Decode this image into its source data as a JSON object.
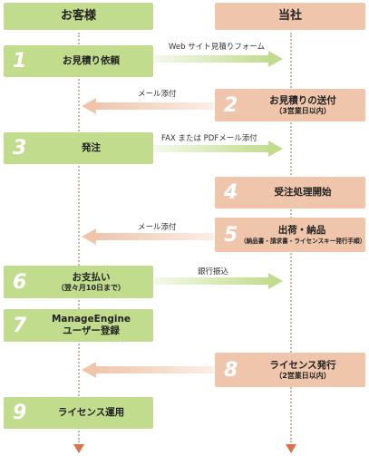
{
  "headers": {
    "customer": "お客様",
    "company": "当社"
  },
  "steps": [
    {
      "num": "1",
      "label": "お見積り依頼",
      "sub": ""
    },
    {
      "num": "2",
      "label": "お見積りの送付",
      "sub": "（3営業日以内）"
    },
    {
      "num": "3",
      "label": "発注",
      "sub": ""
    },
    {
      "num": "4",
      "label": "受注処理開始",
      "sub": ""
    },
    {
      "num": "5",
      "label": "出荷・納品",
      "sub": "（納品書・請求書・ライセンスキー発行手順）"
    },
    {
      "num": "6",
      "label": "お支払い",
      "sub": "（翌々月10日まで）"
    },
    {
      "num": "7",
      "label": "ManageEngine",
      "sub": "ユーザー登録"
    },
    {
      "num": "8",
      "label": "ライセンス発行",
      "sub": "（2営業日以内）"
    },
    {
      "num": "9",
      "label": "ライセンス運用",
      "sub": ""
    }
  ],
  "arrows": [
    {
      "label": "Web サイト見積りフォーム"
    },
    {
      "label": "メール添付"
    },
    {
      "label": "FAX または PDFメール添付"
    },
    {
      "label": "メール添付"
    },
    {
      "label": "銀行振込"
    },
    {
      "label": ""
    }
  ],
  "colors": {
    "customer": "#c2dc8e",
    "company": "#efc5ab",
    "end_arrow": "#d9734a"
  }
}
